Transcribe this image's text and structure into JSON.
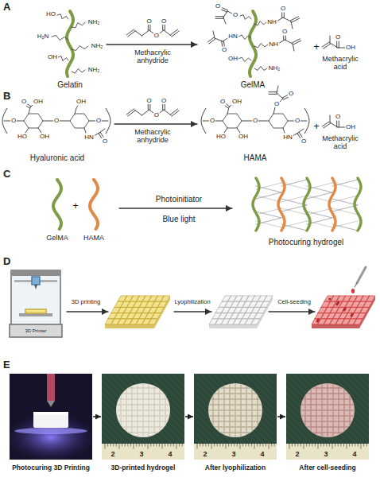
{
  "diagram": {
    "nodes": [
      {
        "text": [
          "Photocuring 3D Printing"
        ]
      },
      {
        "text": [
          "3D-printed hydrogel"
        ]
      },
      {
        "text": [
          "After lyophilization"
        ]
      },
      {
        "text": [
          "After cell-seeding"
        ]
      }
    ],
    "edges": [
      {
        "from": 0,
        "to": 1,
        "arrow": "to"
      },
      {
        "from": 1,
        "to": 2,
        "arrow": "to"
      },
      {
        "from": 2,
        "to": 3,
        "arrow": "to"
      }
    ],
    "labels": [
      "A",
      "HO",
      "NH₂",
      "H₂N",
      "NH₂",
      "OH",
      "NH₂",
      "Gelatin",
      "O",
      "O",
      "O",
      "Methacrylic anhydride",
      "O",
      "O",
      "NH",
      "O",
      "HN",
      "O",
      "NH",
      "O",
      "OH",
      "NH₂",
      "GelMA",
      "+",
      "O",
      "OH",
      "Methacrylic acid",
      "B",
      "O",
      "OH",
      "O",
      "HO",
      "OH",
      "O",
      "OH",
      "HN",
      "O",
      "O",
      "Hyaluronic acid",
      "O",
      "O",
      "O",
      "Methacrylic anhydride",
      "O",
      "OH",
      "O",
      "HO",
      "OH",
      "O",
      "O",
      "O",
      "HN",
      "O",
      "O",
      "HAMA",
      "+",
      "O",
      "OH",
      "Methacrylic acid",
      "C",
      "+",
      "GelMA",
      "HAMA",
      "Photoinitiator",
      "Blue light",
      "Photocuring hydrogel",
      "D",
      "3D Printer",
      "3D printing",
      "Lyophilization",
      "Cell-seeding",
      "E",
      "2",
      "3",
      "4",
      "2",
      "3",
      "4",
      "2",
      "3",
      "4"
    ]
  }
}
